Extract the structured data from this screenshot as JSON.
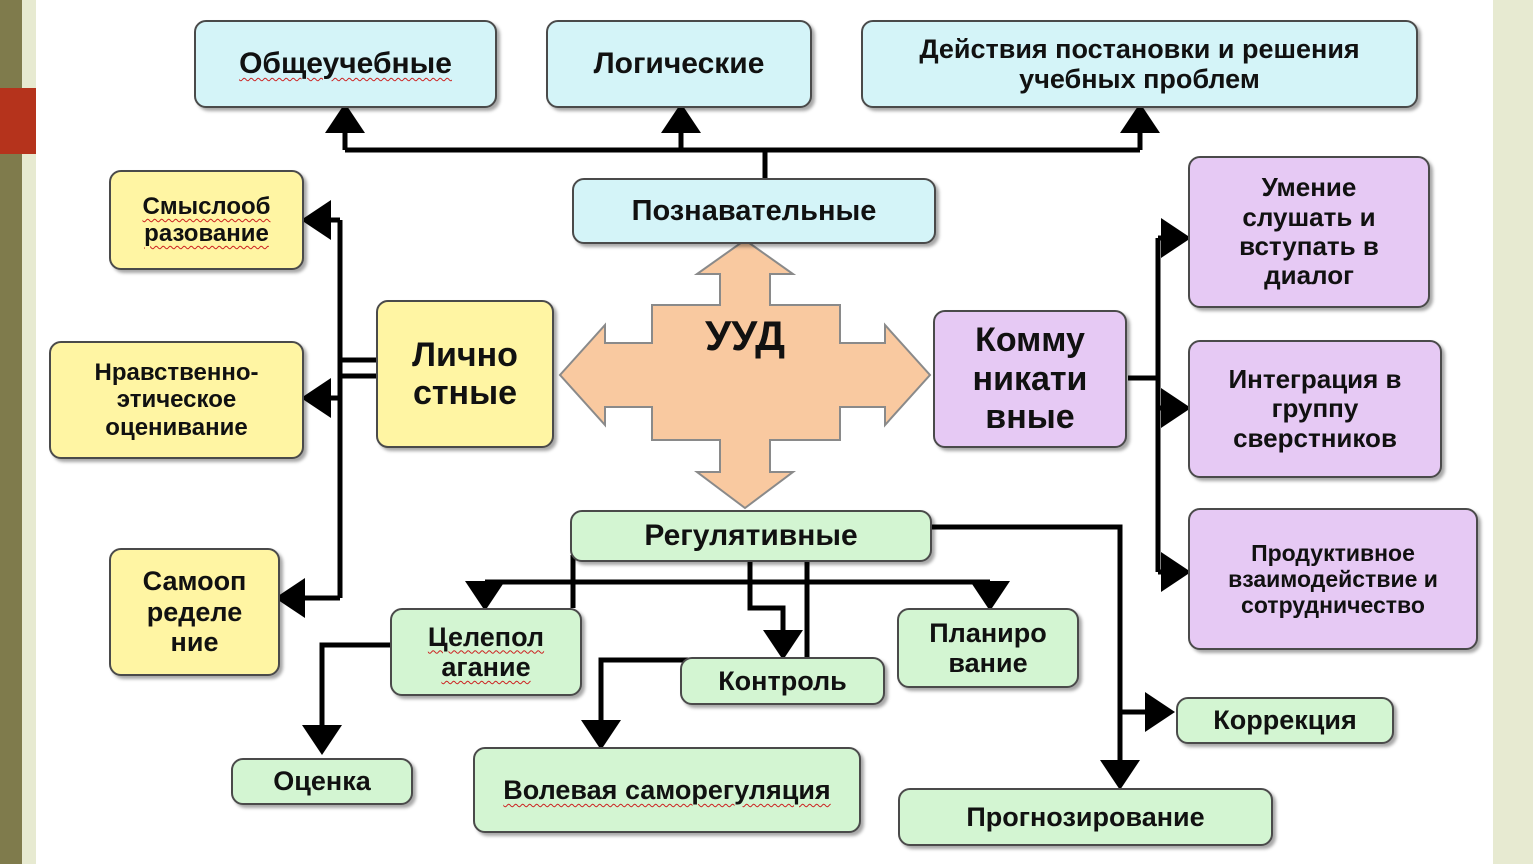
{
  "center": "УУД",
  "top_boxes": {
    "obshcheuchebnye": "Общеучебные",
    "logicheskie": "Логические",
    "deystviya": "Действия постановки и решения учебных проблем"
  },
  "poznavatelnye": "Познавательные",
  "lichnostnye": {
    "title": "Лично стные",
    "smysloobrazovanie": "Смыслооб разование",
    "nravstvennoe": "Нравственно- этическое оценивание",
    "samoopredelenie": "Самооп ределе ние"
  },
  "kommunikativnye": {
    "title": "Комму никати вные",
    "umenie": "Умение слушать и вступать в диалог",
    "integratsiya": "Интеграция в группу сверстников",
    "produktivnoe": "Продуктивное взаимодействие и сотрудничество"
  },
  "regulyativnye": {
    "title": "Регулятивные",
    "tselepolaganie": "Целепол агание",
    "kontrol": "Контроль",
    "planirovanie": "Планиро вание",
    "otsenka": "Оценка",
    "volevaya": "Волевая саморегуляция",
    "korrektsiya": "Коррекция",
    "prognozirovanie": "Прогнозирование"
  },
  "colors": {
    "cognitive": "#d4f4f8",
    "personal": "#fff5a3",
    "communicative": "#e6c9f4",
    "regulatory": "#d3f5d2",
    "center_arrow": "#f9c9a0"
  }
}
